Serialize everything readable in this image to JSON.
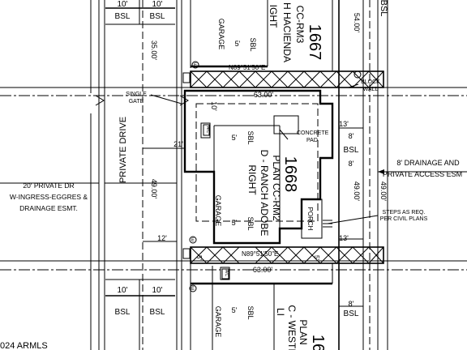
{
  "labels": {
    "bsl": "BSL",
    "ten_ft": "10'",
    "lot_top": "1667",
    "lot_top_plan": "CC-RM3",
    "lot_top_elev": "H HACIENDA",
    "lot_top_hand": "IGHT",
    "garage": "GARAGE",
    "five_ft": "5'",
    "sbl": "SBL",
    "bearing": "N89°51'50\"E",
    "single_gate": "SINGLE\nGATE",
    "block_wall": "BLOCK\nWALL",
    "dim_63": "63.00'",
    "dim_35": "35.00'",
    "dim_54": "54.00'",
    "dim_49": "49.00'",
    "dim_13": "13'",
    "dim_8": "8'",
    "dim_21": "21'",
    "dim_12": "12'",
    "dim_10": "10'",
    "concrete_pad": "CONCRETE\nPAD",
    "lot_mid": "1668",
    "lot_mid_plan": "PLAN CC-RM2",
    "lot_mid_elev": "D - RANCH ADOBE",
    "lot_mid_hand": "RIGHT",
    "porch": "PORCH",
    "ac": "A/C",
    "private_drive": "PRIVATE DRIVE",
    "drainage_left": "20' PRIVATE DR\nW-INGRESS-EGGRES &\nDRAINAGE ESMT.",
    "drainage_right": "8' DRAINAGE AND\nPRIVATE ACCESS ESM",
    "steps": "STEPS AS REQ.\nPER CIVIL PLANS",
    "lot_bot": "16",
    "lot_bot_plan": "PLAN",
    "lot_bot_elev": "C - WESTI",
    "lot_bot_hand": "LI",
    "copyright": "024 ARMLS",
    "e_mark": "E"
  }
}
